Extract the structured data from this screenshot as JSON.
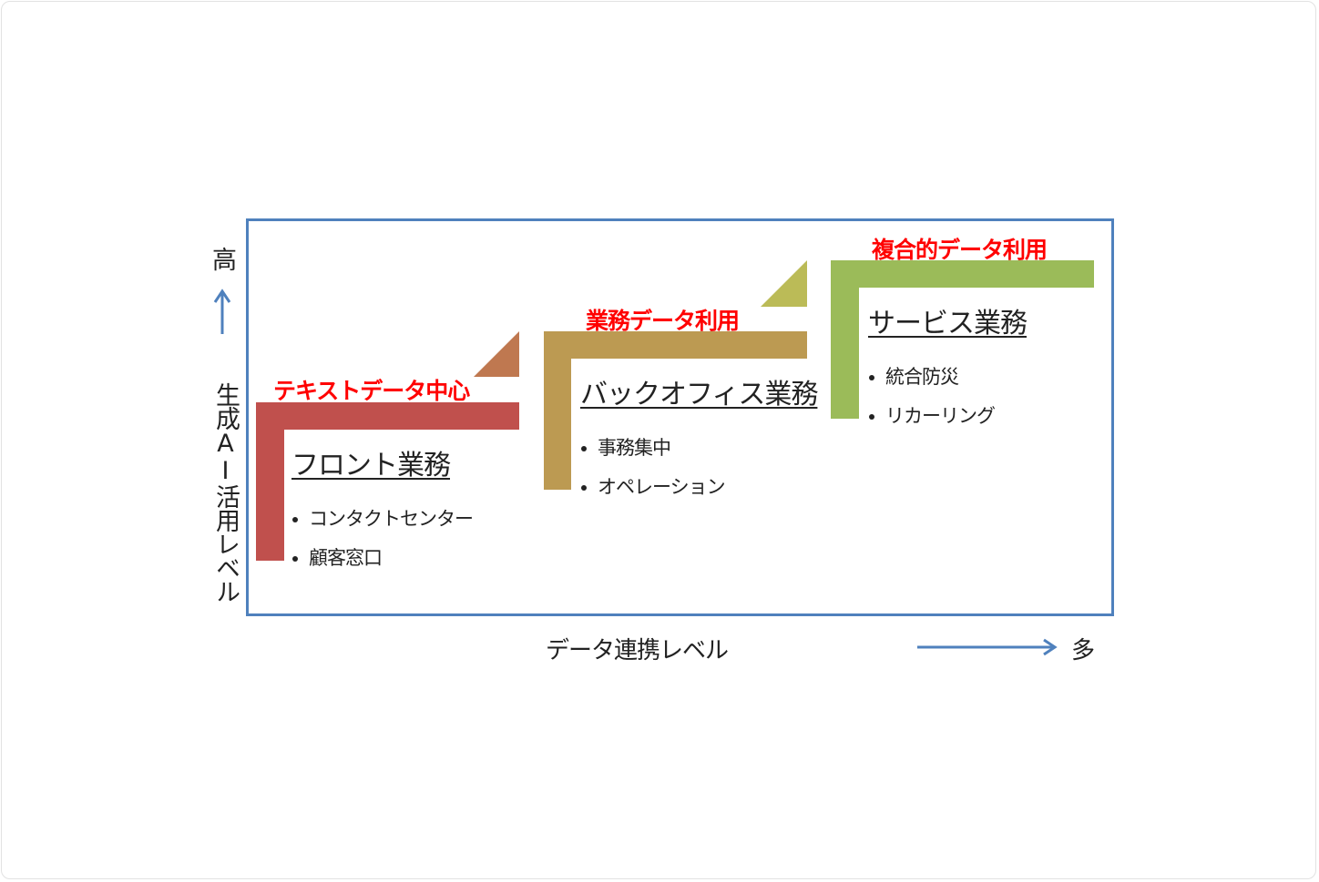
{
  "axes": {
    "y_high": "高",
    "y_label": "生成AI活用レベル",
    "x_label": "データ連携レベル",
    "x_high": "多"
  },
  "stages": [
    {
      "tag": "テキストデータ中心",
      "title": "フロント業務",
      "items": [
        "コンタクトセンター",
        "顧客窓口"
      ],
      "color": "#c0504d",
      "corner_color": "#bf7850"
    },
    {
      "tag": "業務データ利用",
      "title": "バックオフィス業務",
      "items": [
        "事務集中",
        "オペレーション"
      ],
      "color": "#bc9a52",
      "corner_color": "#bbbb57"
    },
    {
      "tag": "複合的データ利用",
      "title": "サービス業務",
      "items": [
        "統合防災",
        "リカーリング"
      ],
      "color": "#9bbb59"
    }
  ],
  "colors": {
    "axis": "#4f81bd",
    "tag": "#ff0000"
  }
}
